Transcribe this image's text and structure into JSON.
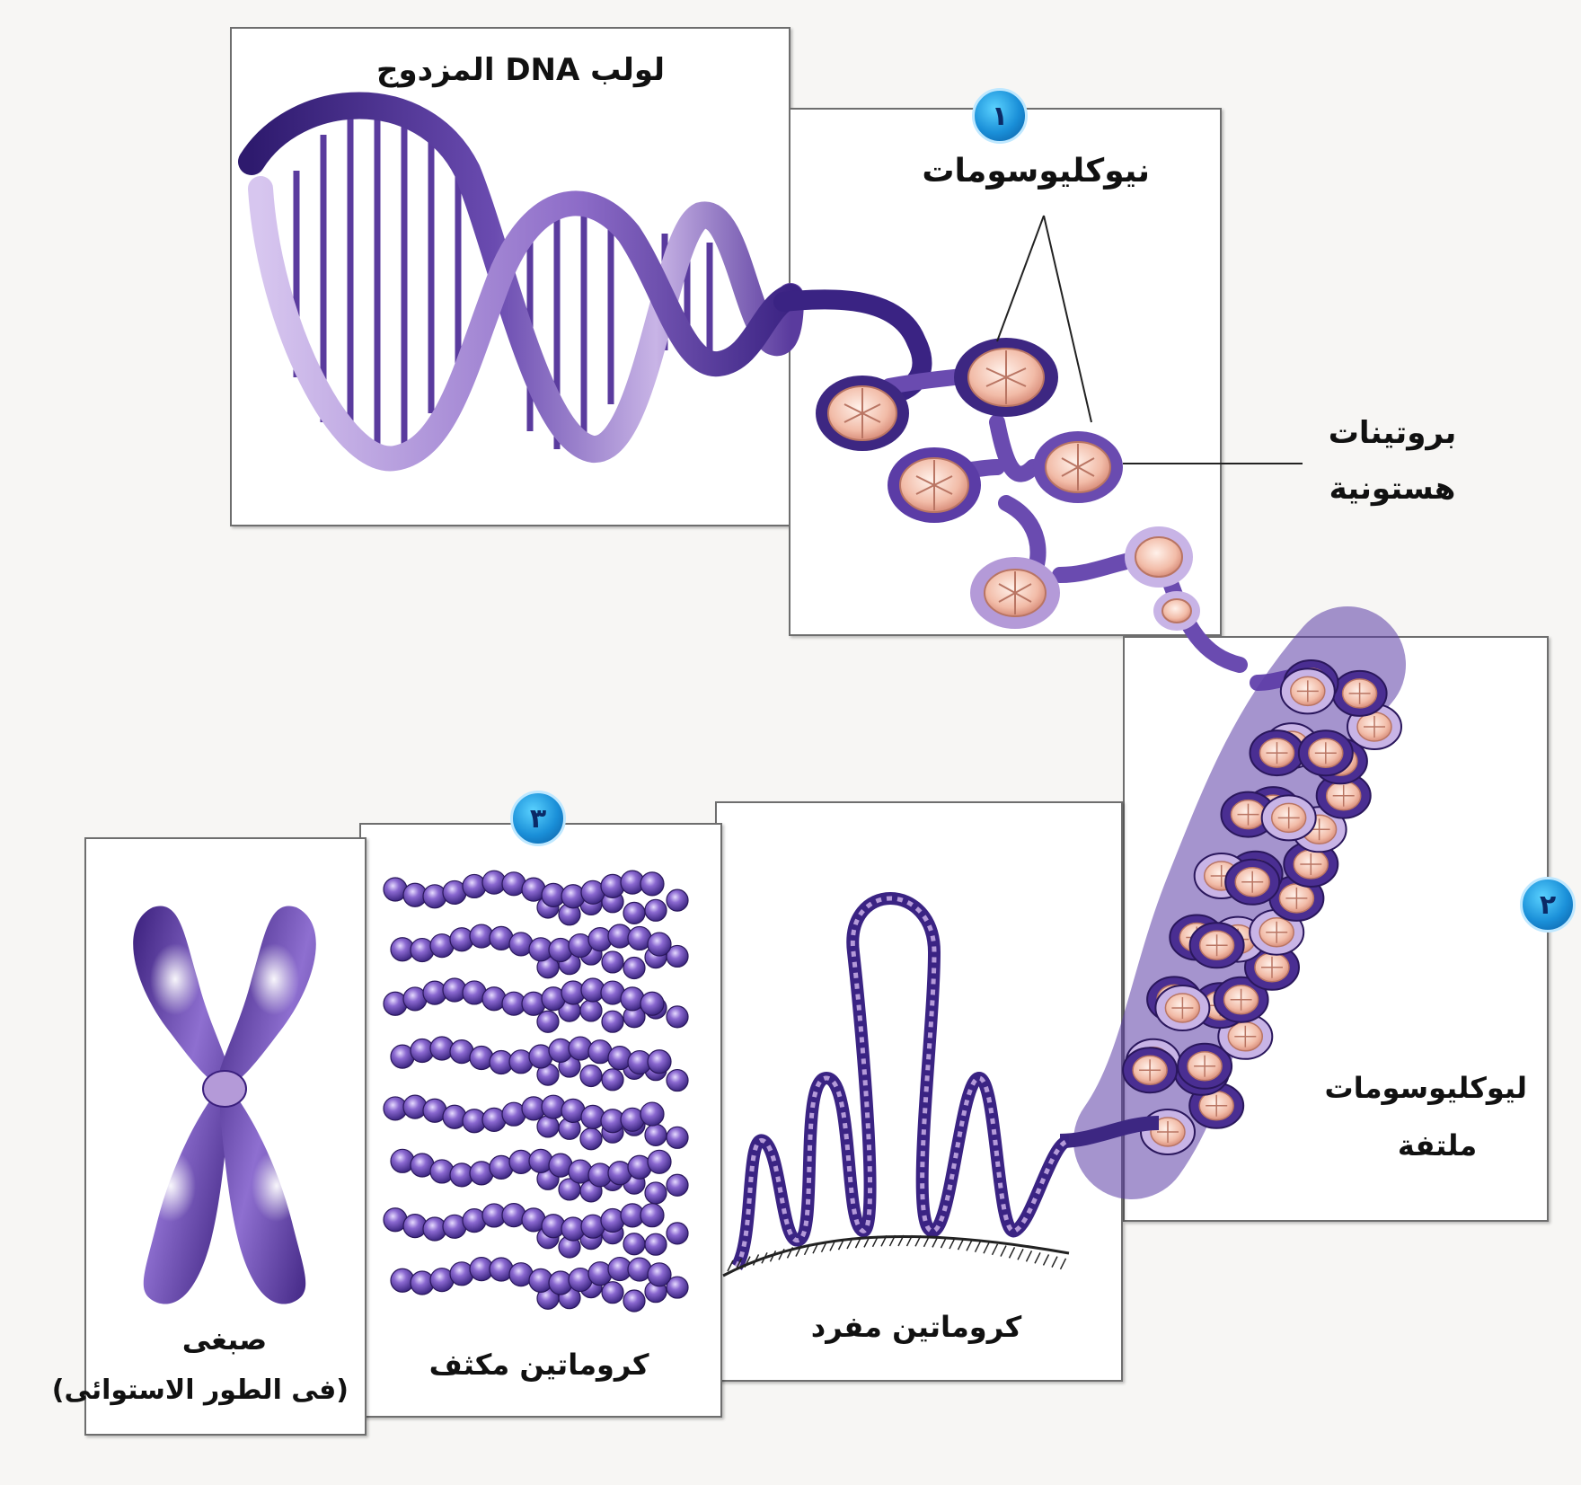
{
  "labels": {
    "dna_double_helix": "لولب DNA المزدوج",
    "nucleosomes": "نيوكليوسومات",
    "histone_proteins_line1": "بروتينات",
    "histone_proteins_line2": "هستونية",
    "coiled_nucleosomes_line1": "ليوكليوسومات",
    "coiled_nucleosomes_line2": "ملتفة",
    "single_chromatin": "كروماتين مفرد",
    "condensed_chromatin": "كروماتين مكثف",
    "chromosome_line1": "صبغى",
    "chromosome_line2": "(فى الطور الاستوائى)"
  },
  "step_numbers": {
    "one": "١",
    "two": "٢",
    "three": "٣"
  },
  "colors": {
    "dna_dark": "#3b1f7a",
    "dna_light": "#c9b3e6",
    "histone_core": "#f4c6b8",
    "chromatin_bead": "#7a55c0",
    "badge_blue": "#1a8fd8"
  }
}
